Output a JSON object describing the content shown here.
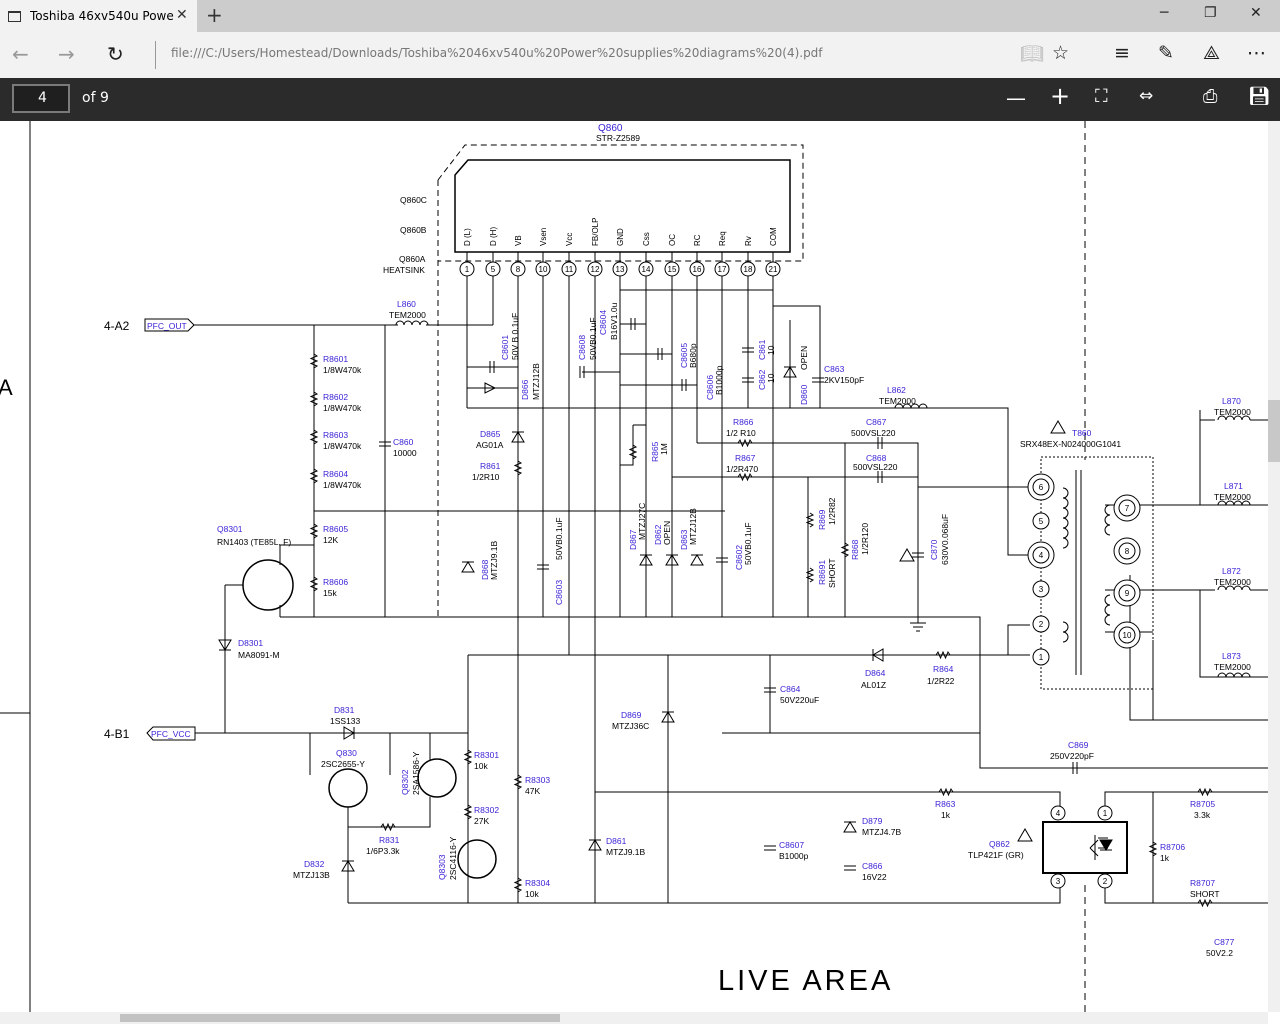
{
  "browser": {
    "tab_title": "Toshiba 46xv540u Powe",
    "new_tab": "+",
    "address": "file:///C:/Users/Homestead/Downloads/Toshiba%2046xv540u%20Power%20supplies%20diagrams%20(4).pdf",
    "icons": [
      "back-arrow",
      "forward-arrow",
      "refresh",
      "reading-view",
      "favorite-star",
      "hub",
      "web-note",
      "share",
      "more"
    ]
  },
  "pdf_toolbar": {
    "page_number": "4",
    "page_count": "of 9",
    "icons": [
      "zoom-out",
      "zoom-in",
      "fit-page",
      "fit-width",
      "print",
      "save"
    ]
  },
  "schematic": {
    "ic": {
      "ref": "Q860",
      "part": "STR-Z2589",
      "q860c": "Q860C",
      "q860b": "Q860B",
      "q860a": "Q860A",
      "heatsink": "HEATSINK",
      "pins": [
        {
          "num": "1",
          "name": "D (L)"
        },
        {
          "num": "5",
          "name": "D (H)"
        },
        {
          "num": "8",
          "name": "VB"
        },
        {
          "num": "10",
          "name": "Vsen"
        },
        {
          "num": "11",
          "name": "Vcc"
        },
        {
          "num": "12",
          "name": "FB/OLP"
        },
        {
          "num": "13",
          "name": "GND"
        },
        {
          "num": "14",
          "name": "Css"
        },
        {
          "num": "15",
          "name": "OC"
        },
        {
          "num": "16",
          "name": "RC"
        },
        {
          "num": "17",
          "name": "Req"
        },
        {
          "num": "18",
          "name": "Rv"
        },
        {
          "num": "21",
          "name": "COM"
        }
      ]
    },
    "connectors": [
      {
        "sheet": "4-A2",
        "flag": "PFC_OUT"
      },
      {
        "sheet": "4-B1",
        "flag": "PFC_VCC"
      }
    ],
    "transformer": {
      "ref": "T860",
      "part": "SRX48EX-N024000G1041",
      "pins": [
        "6",
        "5",
        "4",
        "3",
        "2",
        "1",
        "7",
        "8",
        "9",
        "10"
      ]
    },
    "optocoupler": {
      "ref": "Q862",
      "part": "TLP421F (GR)",
      "pins": [
        "4",
        "1",
        "3",
        "2"
      ]
    },
    "components": [
      {
        "ref": "L860",
        "value": "TEM2000"
      },
      {
        "ref": "R8601",
        "value": "1/8W470k"
      },
      {
        "ref": "R8602",
        "value": "1/8W470k"
      },
      {
        "ref": "R8603",
        "value": "1/8W470k"
      },
      {
        "ref": "R8604",
        "value": "1/8W470k"
      },
      {
        "ref": "R8605",
        "value": "12K"
      },
      {
        "ref": "R8606",
        "value": "15k"
      },
      {
        "ref": "C860",
        "value": "10000"
      },
      {
        "ref": "Q8301",
        "value": "RN1403 (TE85L, F)"
      },
      {
        "ref": "D8301",
        "value": "MA8091-M"
      },
      {
        "ref": "D831",
        "value": "1SS133"
      },
      {
        "ref": "Q830",
        "value": "2SC2655-Y"
      },
      {
        "ref": "Q8302",
        "value": "2SA1586-Y"
      },
      {
        "ref": "R8301",
        "value": "10k"
      },
      {
        "ref": "R8302",
        "value": "27K"
      },
      {
        "ref": "R831",
        "value": "1/6P3.3k"
      },
      {
        "ref": "D832",
        "value": "MTZJ13B"
      },
      {
        "ref": "Q8303",
        "value": "2SC4116-Y"
      },
      {
        "ref": "R8303",
        "value": "47K"
      },
      {
        "ref": "R8304",
        "value": "10k"
      },
      {
        "ref": "D865",
        "value": "AG01A"
      },
      {
        "ref": "R861",
        "value": "1/2R10"
      },
      {
        "ref": "C8601",
        "value": "50V B 0.1uF"
      },
      {
        "ref": "D866",
        "value": "MTZJ12B"
      },
      {
        "ref": "D868",
        "value": "MTZJ9.1B"
      },
      {
        "ref": "C8603",
        "value": "50VB0.1uF"
      },
      {
        "ref": "C8608",
        "value": "50VB0.1uF"
      },
      {
        "ref": "C8604",
        "value": "B16V1.0u"
      },
      {
        "ref": "C8605",
        "value": "B680p"
      },
      {
        "ref": "C8606",
        "value": "B1000p"
      },
      {
        "ref": "R865",
        "value": "1M"
      },
      {
        "ref": "D867",
        "value": "MTZJ27C"
      },
      {
        "ref": "D862",
        "value": "OPEN"
      },
      {
        "ref": "D863",
        "value": "MTZJ12B"
      },
      {
        "ref": "C8602",
        "value": "50VB0.1uF"
      },
      {
        "ref": "C861",
        "value": "10"
      },
      {
        "ref": "C862",
        "value": "10"
      },
      {
        "ref": "D860",
        "value": "OPEN"
      },
      {
        "ref": "C863",
        "value": "2KV150pF"
      },
      {
        "ref": "R866",
        "value": "1/2 R10"
      },
      {
        "ref": "R867",
        "value": "1/2R470"
      },
      {
        "ref": "L862",
        "value": "TEM2000"
      },
      {
        "ref": "C867",
        "value": "500VSL220"
      },
      {
        "ref": "C868",
        "value": "500VSL220"
      },
      {
        "ref": "R869",
        "value": "1/2R82"
      },
      {
        "ref": "R8691",
        "value": "SHORT"
      },
      {
        "ref": "R868",
        "value": "1/2R120"
      },
      {
        "ref": "C870",
        "value": "630V0.068uF"
      },
      {
        "ref": "L870",
        "value": "TEM2000"
      },
      {
        "ref": "L871",
        "value": "TEM2000"
      },
      {
        "ref": "L872",
        "value": "TEM2000"
      },
      {
        "ref": "L873",
        "value": "TEM2000"
      },
      {
        "ref": "D864",
        "value": "AL01Z"
      },
      {
        "ref": "R864",
        "value": "1/2R22"
      },
      {
        "ref": "C864",
        "value": "50V220uF"
      },
      {
        "ref": "D869",
        "value": "MTZJ36C"
      },
      {
        "ref": "C869",
        "value": "250V220pF"
      },
      {
        "ref": "R863",
        "value": "1k"
      },
      {
        "ref": "D879",
        "value": "MTZJ4.7B"
      },
      {
        "ref": "C866",
        "value": "16V22"
      },
      {
        "ref": "C8607",
        "value": "B1000p"
      },
      {
        "ref": "D861",
        "value": "MTZJ9.1B"
      },
      {
        "ref": "R8705",
        "value": "3.3k"
      },
      {
        "ref": "R8706",
        "value": "1k"
      },
      {
        "ref": "R8707",
        "value": "SHORT"
      },
      {
        "ref": "C877",
        "value": "50V2.2"
      }
    ],
    "area_label": "LIVE AREA",
    "grid_letter": "A",
    "colors": {
      "ref_designator": "#3b24d6",
      "wire": "#000000"
    }
  }
}
